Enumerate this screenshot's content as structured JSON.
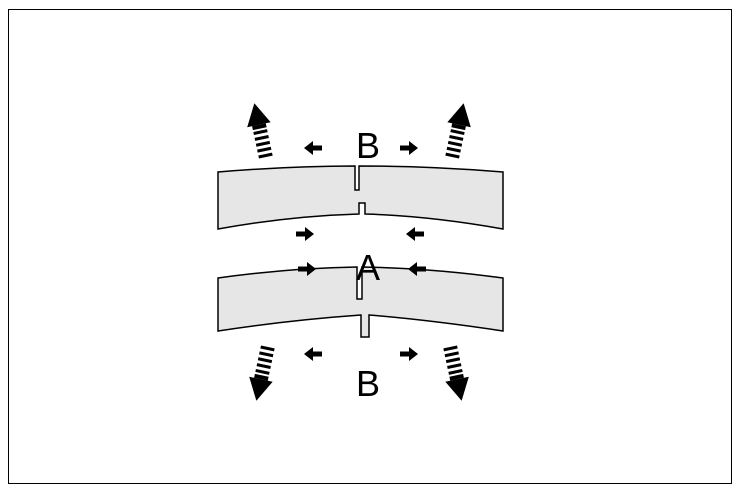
{
  "labels": {
    "top": "B",
    "middle": "A",
    "bottom": "B"
  },
  "colors": {
    "strip_fill": "#e6e6e6",
    "stroke": "#000000",
    "background": "#ffffff"
  },
  "icons": [
    "small-arrow-left-icon",
    "small-arrow-right-icon",
    "dashed-arrow-icon"
  ]
}
